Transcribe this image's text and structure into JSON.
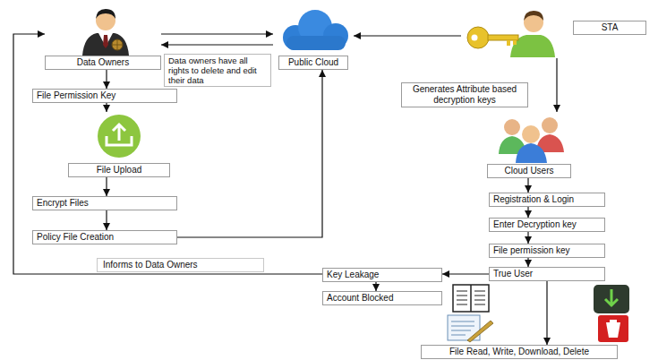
{
  "diagram": {
    "nodes": [
      {
        "text": [
          "Data Owners"
        ]
      },
      {
        "text": [
          "Data owners have all rights to delete and edit their data"
        ]
      },
      {
        "text": [
          "Public Cloud"
        ]
      },
      {
        "text": [
          "STA"
        ]
      },
      {
        "text": [
          "File Permission Key"
        ]
      },
      {
        "text": [
          "Generates Attribute based decryption keys"
        ]
      },
      {
        "text": [
          "File Upload"
        ]
      },
      {
        "text": [
          "Cloud Users"
        ]
      },
      {
        "text": [
          "Encrypt Files"
        ]
      },
      {
        "text": [
          "Registration & Login"
        ]
      },
      {
        "text": [
          "Enter Decryption key"
        ]
      },
      {
        "text": [
          "Policy File Creation"
        ]
      },
      {
        "text": [
          "File permission key"
        ]
      },
      {
        "text": [
          "True User"
        ]
      },
      {
        "text": [
          "Key Leakage"
        ]
      },
      {
        "text": [
          "Account Blocked"
        ]
      },
      {
        "text": [
          "File Read, Write, Download, Delete"
        ]
      }
    ],
    "edges": [
      {
        "from": 0,
        "to": 2,
        "arrow": "to"
      },
      {
        "from": 2,
        "to": 0,
        "arrow": "to"
      },
      {
        "from": 3,
        "to": 2,
        "arrow": "to"
      },
      {
        "from": 0,
        "to": 4,
        "arrow": "to"
      },
      {
        "from": 4,
        "to": 6,
        "arrow": "to"
      },
      {
        "from": 6,
        "to": 8,
        "arrow": "to"
      },
      {
        "from": 8,
        "to": 11,
        "arrow": "to"
      },
      {
        "from": 11,
        "to": 2,
        "arrow": "to"
      },
      {
        "from": 3,
        "to": 7,
        "arrow": "to"
      },
      {
        "from": 7,
        "to": 9,
        "arrow": "to"
      },
      {
        "from": 9,
        "to": 10,
        "arrow": "to"
      },
      {
        "from": 10,
        "to": 12,
        "arrow": "to"
      },
      {
        "from": 12,
        "to": 13,
        "arrow": "to"
      },
      {
        "from": 13,
        "to": 14,
        "arrow": "to"
      },
      {
        "from": 14,
        "to": 15,
        "arrow": "to"
      },
      {
        "from": 14,
        "to": 0,
        "label": "Informs to Data Owners",
        "arrow": "to"
      },
      {
        "from": 13,
        "to": 16,
        "arrow": "to"
      }
    ]
  }
}
